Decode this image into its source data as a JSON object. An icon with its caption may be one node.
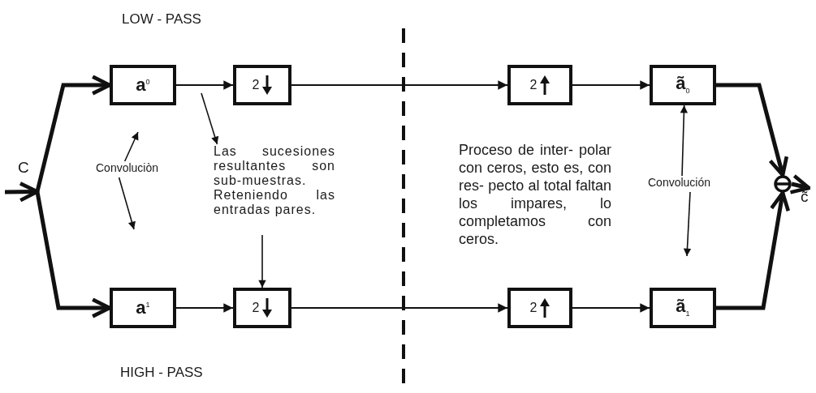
{
  "diagram": {
    "nodes": [
      {
        "text": [
          "C"
        ]
      },
      {
        "text": [
          "**a**$^{0}$"
        ]
      },
      {
        "text": [
          "2"
        ]
      },
      {
        "text": [
          "2"
        ]
      },
      {
        "text": [
          "**ã**$_{0}$"
        ]
      },
      {
        "text": [
          "**a**$^{1}$"
        ]
      },
      {
        "text": [
          "2"
        ]
      },
      {
        "text": [
          "2"
        ]
      },
      {
        "text": [
          "**ã**$_{1}$"
        ]
      },
      {
        "text": [],
        "shape": "circle"
      },
      {
        "text": [
          "c̃"
        ]
      },
      {
        "text": [
          "Convoluciòn"
        ]
      },
      {
        "text": [
          "Las sucesiones resultantes son sub-muestras. Reteniendo las entradas pares."
        ]
      },
      {
        "text": [
          "Proceso de inter- polar con ceros, esto es, con res- pecto al total faltan los impares, lo completamos con ceros."
        ]
      },
      {
        "text": [
          "Convolución"
        ]
      }
    ],
    "edges": [
      {
        "from": null,
        "to": 0,
        "arrow": "to",
        "style": "thick"
      },
      {
        "from": 0,
        "to": 1,
        "arrow": "to",
        "style": "thick"
      },
      {
        "from": 0,
        "to": 5,
        "arrow": "to",
        "style": "thick"
      },
      {
        "from": 1,
        "to": 2,
        "arrow": "to"
      },
      {
        "from": 2,
        "to": 3,
        "arrow": "to"
      },
      {
        "from": 3,
        "to": 4,
        "arrow": "to"
      },
      {
        "from": 4,
        "to": 9,
        "arrow": "to",
        "style": "thick"
      },
      {
        "from": 5,
        "to": 6,
        "arrow": "to"
      },
      {
        "from": 6,
        "to": 7,
        "arrow": "to"
      },
      {
        "from": 7,
        "to": 8,
        "arrow": "to"
      },
      {
        "from": 8,
        "to": 9,
        "arrow": "to",
        "style": "thick"
      },
      {
        "from": 9,
        "to": 10,
        "arrow": "to",
        "style": "thick"
      },
      {
        "from": 11,
        "to": null,
        "arrow": "to"
      },
      {
        "from": 11,
        "to": null,
        "arrow": "to"
      },
      {
        "from": null,
        "to": 12,
        "arrow": "to"
      },
      {
        "from": 12,
        "to": 6,
        "arrow": "to"
      },
      {
        "from": 14,
        "to": 4,
        "arrow": "to"
      },
      {
        "from": 14,
        "to": null,
        "arrow": "to"
      }
    ],
    "labels": [
      "LOW - PASS",
      "HIGH - PASS"
    ]
  }
}
